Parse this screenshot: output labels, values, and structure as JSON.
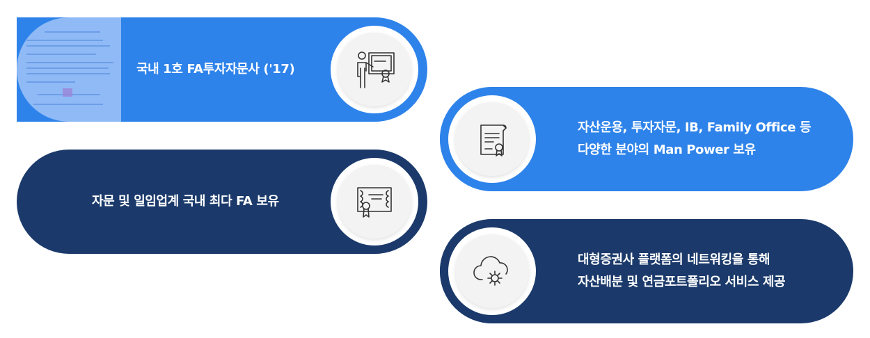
{
  "colors": {
    "primary_blue": "#2e83ea",
    "navy": "#1b3a6b",
    "icon_bg": "#f3f3f3"
  },
  "items": [
    {
      "lines": [
        "국내 1호 FA투자자문사 ('17)"
      ],
      "icon": "presentation-certificate-icon"
    },
    {
      "lines": [
        "자산운용, 투자자문, IB, Family Office 등",
        "다양한 분야의 Man Power 보유"
      ],
      "icon": "document-certificate-icon"
    },
    {
      "lines": [
        "자문 및 일임업계 국내 최다 FA 보유"
      ],
      "icon": "diploma-certificate-icon"
    },
    {
      "lines": [
        "대형증권사 플랫폼의 네트워킹을 통해",
        "자산배분 및 연금포트폴리오 서비스 제공"
      ],
      "icon": "cloud-gear-icon"
    }
  ]
}
